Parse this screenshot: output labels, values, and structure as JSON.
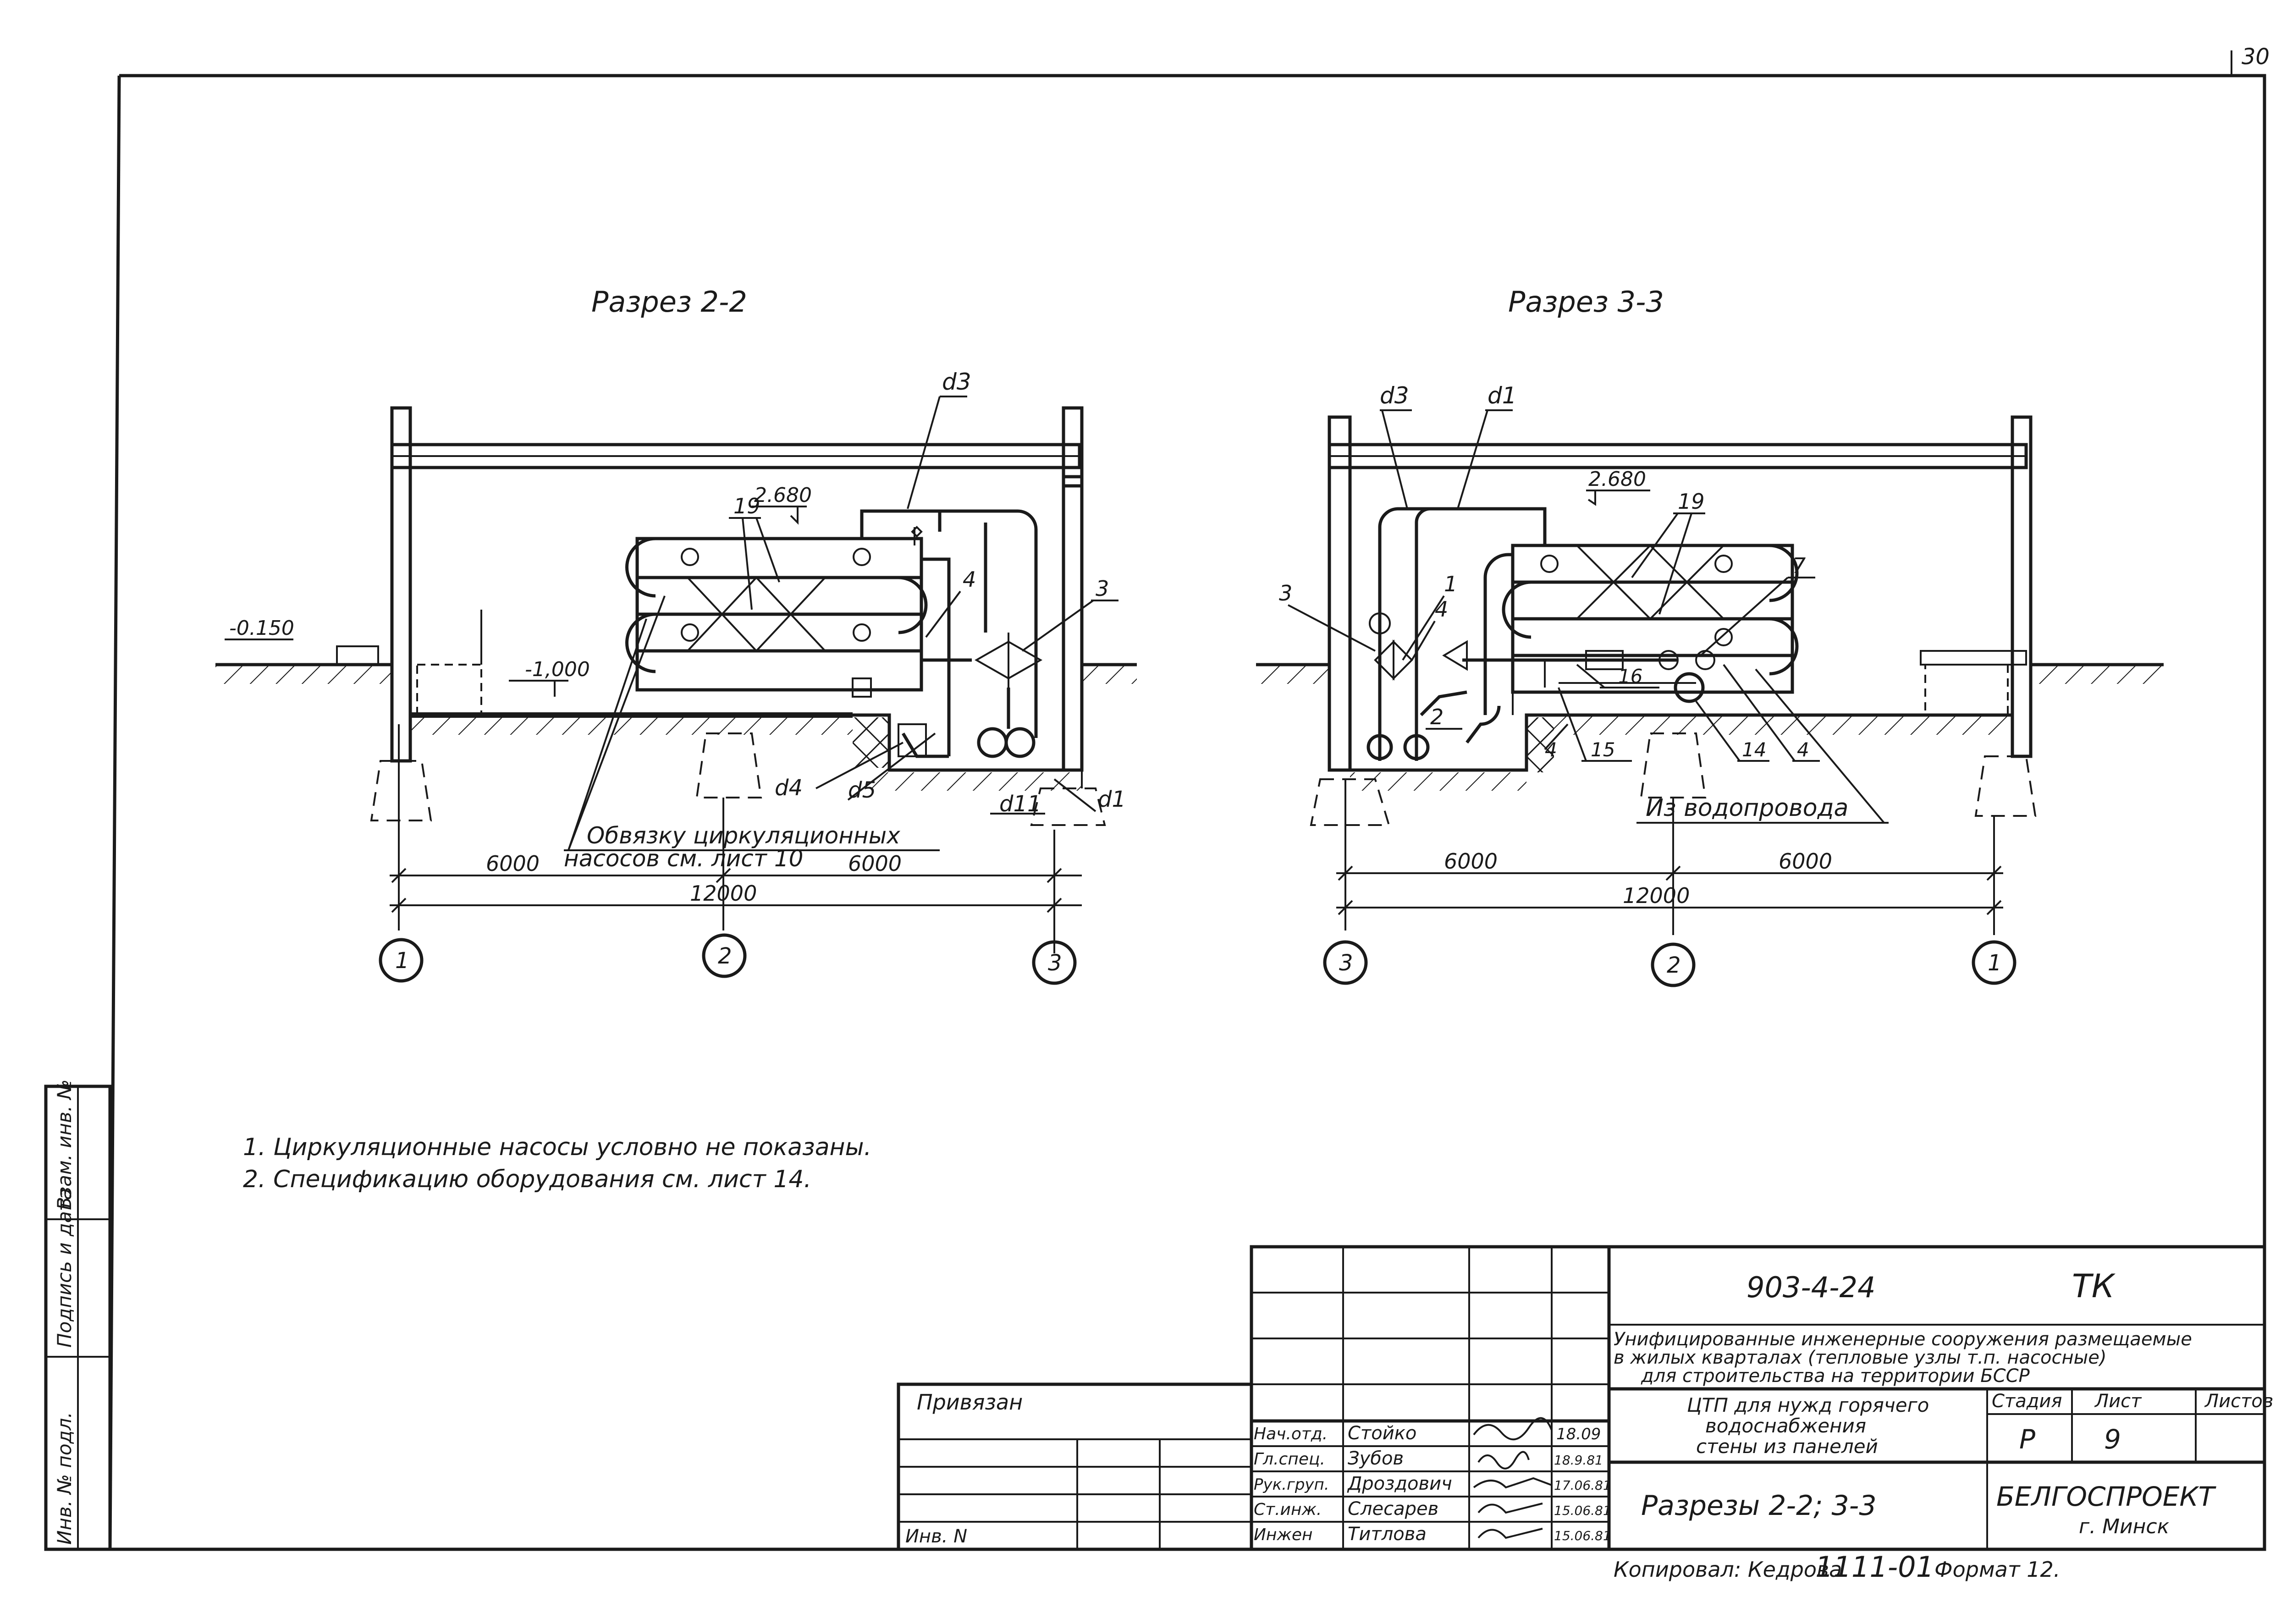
{
  "sheet_number_corner": "30",
  "sections": {
    "s22": {
      "title": "Разрез 2-2",
      "elevations": {
        "top": "2.680",
        "ground": "-0.150",
        "floor": "-1,000"
      },
      "pipe_labels": {
        "d3": "d3",
        "d4": "d4",
        "d5": "d5",
        "d11": "d11",
        "d1": "d1"
      },
      "callouts": {
        "c19": "19",
        "c4": "4",
        "c3": "3"
      },
      "note_line1": "Обвязку циркуляционных",
      "note_line2": "насосов см. лист 10",
      "dims": {
        "left": "6000",
        "right": "6000",
        "total": "12000"
      },
      "axes": [
        "1",
        "2",
        "3"
      ]
    },
    "s33": {
      "title": "Разрез 3-3",
      "elevations": {
        "top": "2.680"
      },
      "pipe_labels": {
        "d3": "d3",
        "d1": "d1"
      },
      "callouts": {
        "c3": "3",
        "c1": "1",
        "c4a": "4",
        "c2": "2",
        "c19": "19",
        "c7": "7",
        "c16": "16",
        "c15": "15",
        "c14": "14",
        "c4b": "4",
        "c4c": "4"
      },
      "note": "Из водопровода",
      "dims": {
        "left": "6000",
        "right": "6000",
        "total": "12000"
      },
      "axes": [
        "3",
        "2",
        "1"
      ]
    }
  },
  "notes": [
    "1.  Циркуляционные насосы условно не показаны.",
    "2.  Спецификацию оборудования см. лист 14."
  ],
  "side_stamp": {
    "cells": [
      "Инв. № подл.",
      "Подпись и дата",
      "Взам. инв. №"
    ]
  },
  "title_block": {
    "project_code": "903-4-24",
    "mark": "ТК",
    "description": [
      "Унифицированные инженерные сооружения размещаемые",
      "в жилых кварталах (тепловые узлы т.п. насосные)",
      "для строительства на территории БССР"
    ],
    "object_title": [
      "ЦТП для нужд горячего",
      "водоснабжения",
      "стены из панелей"
    ],
    "sheet_title": "Разрезы 2-2; 3-3",
    "organization": "БЕЛГОСПРОЕКТ",
    "city": "г. Минск",
    "stage_label": "Стадия",
    "sheet_label": "Лист",
    "sheets_label": "Листов",
    "stage": "Р",
    "sheet": "9",
    "sheets": "",
    "linked": "Привязан",
    "inv_no": "Инв. N",
    "signatures": [
      {
        "role": "Нач.отд.",
        "name": "Стойко",
        "date": "18.09"
      },
      {
        "role": "Гл.спец.",
        "name": "Зубов",
        "date": "18.9.81"
      },
      {
        "role": "Рук.груп.",
        "name": "Дроздович",
        "date": "17.06.81"
      },
      {
        "role": "Ст.инж.",
        "name": "Слесарев",
        "date": "15.06.81"
      },
      {
        "role": "Инжен",
        "name": "Титлова",
        "date": "15.06.81"
      }
    ],
    "copied": "Копировал: Кедрова",
    "copy_code": "1111-01",
    "format": "Формат 12."
  }
}
